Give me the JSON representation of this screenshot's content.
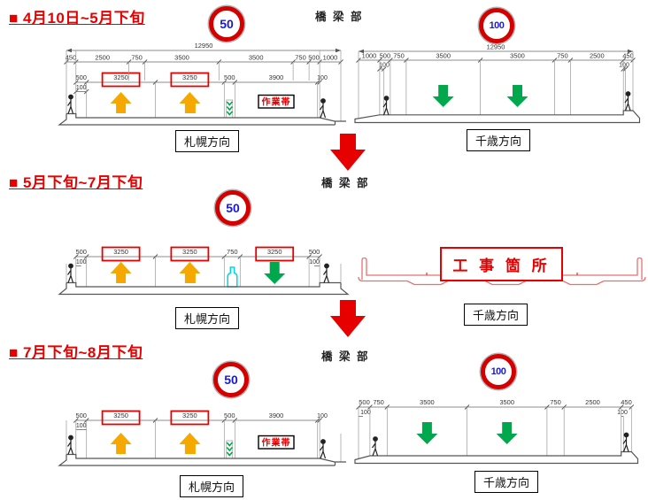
{
  "phase1": {
    "title": "■ 4月10日~5月下旬",
    "bridge_label": "橋 梁 部",
    "speed_left": "50",
    "speed_right": "100",
    "left": {
      "total": "12950",
      "upper": [
        "450",
        "2500",
        "750",
        "3500",
        "3500",
        "750",
        "500",
        "1000"
      ],
      "lanes": [
        "500",
        "3250",
        "3250",
        "500",
        "3900",
        "100"
      ],
      "wall": "100",
      "work_band": "作業帯",
      "direction": "札幌方向"
    },
    "right": {
      "total": "12950",
      "upper": [
        "1000",
        "500",
        "750",
        "3500",
        "3500",
        "750",
        "2500",
        "450"
      ],
      "wall_left": "100",
      "wall_right": "100",
      "direction": "千歳方向"
    }
  },
  "phase2": {
    "title": "■ 5月下旬~7月下旬",
    "bridge_label": "橋 梁 部",
    "speed_left": "50",
    "left": {
      "lanes": [
        "500",
        "3250",
        "3250",
        "750",
        "3250",
        "500"
      ],
      "wall_left": "100",
      "wall_right": "100",
      "direction": "札幌方向"
    },
    "right": {
      "construction_label": "工 事 箇 所",
      "direction": "千歳方向"
    }
  },
  "phase3": {
    "title": "■ 7月下旬~8月下旬",
    "bridge_label": "橋 梁 部",
    "speed_left": "50",
    "speed_right": "100",
    "left": {
      "lanes": [
        "500",
        "3250",
        "3250",
        "500",
        "3900",
        "100"
      ],
      "wall": "100",
      "work_band": "作業帯",
      "direction": "札幌方向"
    },
    "right": {
      "upper": [
        "500",
        "750",
        "3500",
        "3500",
        "750",
        "2500",
        "450"
      ],
      "wall_left": "100",
      "wall_right": "100",
      "direction": "千歳方向"
    }
  },
  "colors": {
    "accent_red": "#e60000",
    "lane_arrow_up": "#f5a800",
    "lane_arrow_down": "#00a84d",
    "sign_ring": "#d40000",
    "sign_text": "#1a1acc",
    "water_barrier_cyan": "#00d8d8",
    "construction_outline": "#e87070"
  }
}
